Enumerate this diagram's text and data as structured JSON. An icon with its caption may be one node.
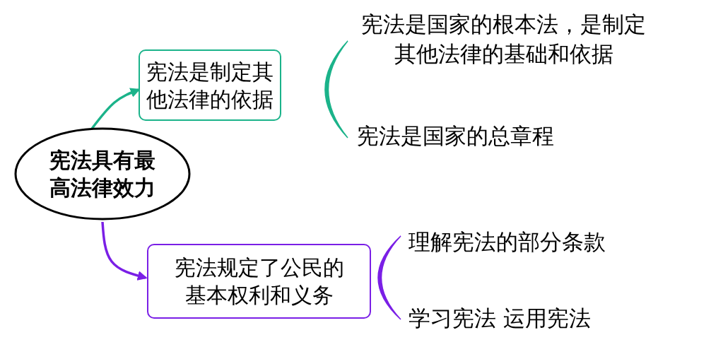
{
  "diagram": {
    "nodes": [
      {
        "text": [
          "宪法具有最高法律效力"
        ]
      },
      {
        "text": [
          "宪法是制定其他法律的依据"
        ]
      },
      {
        "text": [
          "宪法规定了公民的基本权利和义务"
        ]
      }
    ],
    "edges": [
      {
        "from": 0,
        "to": 1,
        "arrow": "to",
        "color": "#1bb38a"
      },
      {
        "from": 0,
        "to": 2,
        "arrow": "to",
        "color": "#7a1fe6"
      }
    ],
    "labels": [
      "宪法是国家的根本法，是制定其他法律的基础和依据",
      "宪法是国家的总章程",
      "理解宪法的部分条款",
      "学习宪法 运用宪法"
    ]
  }
}
